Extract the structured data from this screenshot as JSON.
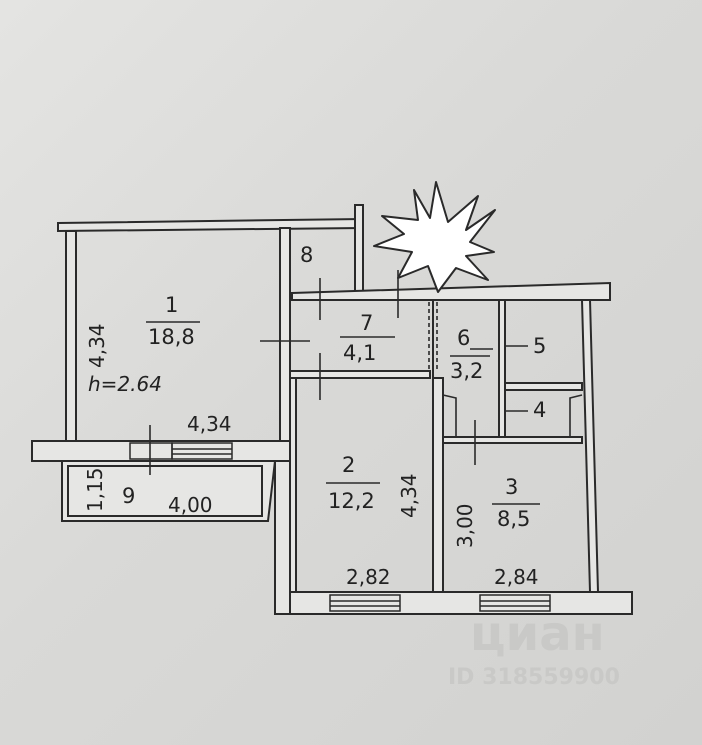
{
  "rooms": [
    {
      "number": "1",
      "area": "18,8"
    },
    {
      "number": "2",
      "area": "12,2"
    },
    {
      "number": "3",
      "area": "8,5"
    },
    {
      "number": "4"
    },
    {
      "number": "5"
    },
    {
      "number": "6",
      "area": "3,2"
    },
    {
      "number": "7",
      "area": "4,1"
    },
    {
      "number": "8"
    },
    {
      "number": "9"
    }
  ],
  "ceiling_height": "h=2.64",
  "dimensions": {
    "room1_top": "4,34",
    "room1_side": "4,34",
    "balcony_len": "4,00",
    "balcony_width": "1,15",
    "room2_side": "4,34",
    "room2_bottom": "2,82",
    "room3_side": "3,00",
    "room3_bottom": "2,84"
  },
  "watermark": {
    "brand": "циан",
    "id": "ID 318559900"
  }
}
